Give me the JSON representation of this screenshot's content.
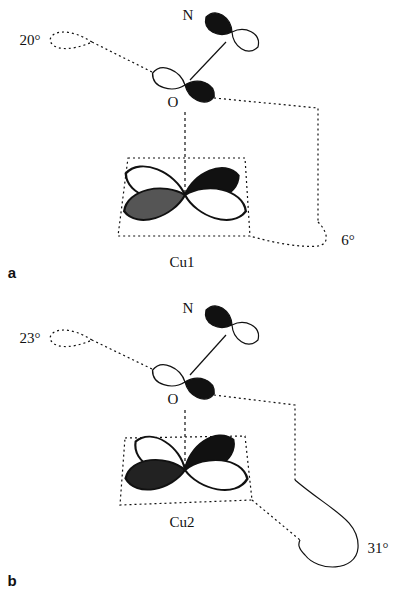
{
  "diagram": {
    "labels": [
      "N",
      "20°",
      "O",
      "6°",
      "Cu1",
      "a",
      "N",
      "23°",
      "O",
      "Cu2",
      "31°",
      "b"
    ]
  }
}
